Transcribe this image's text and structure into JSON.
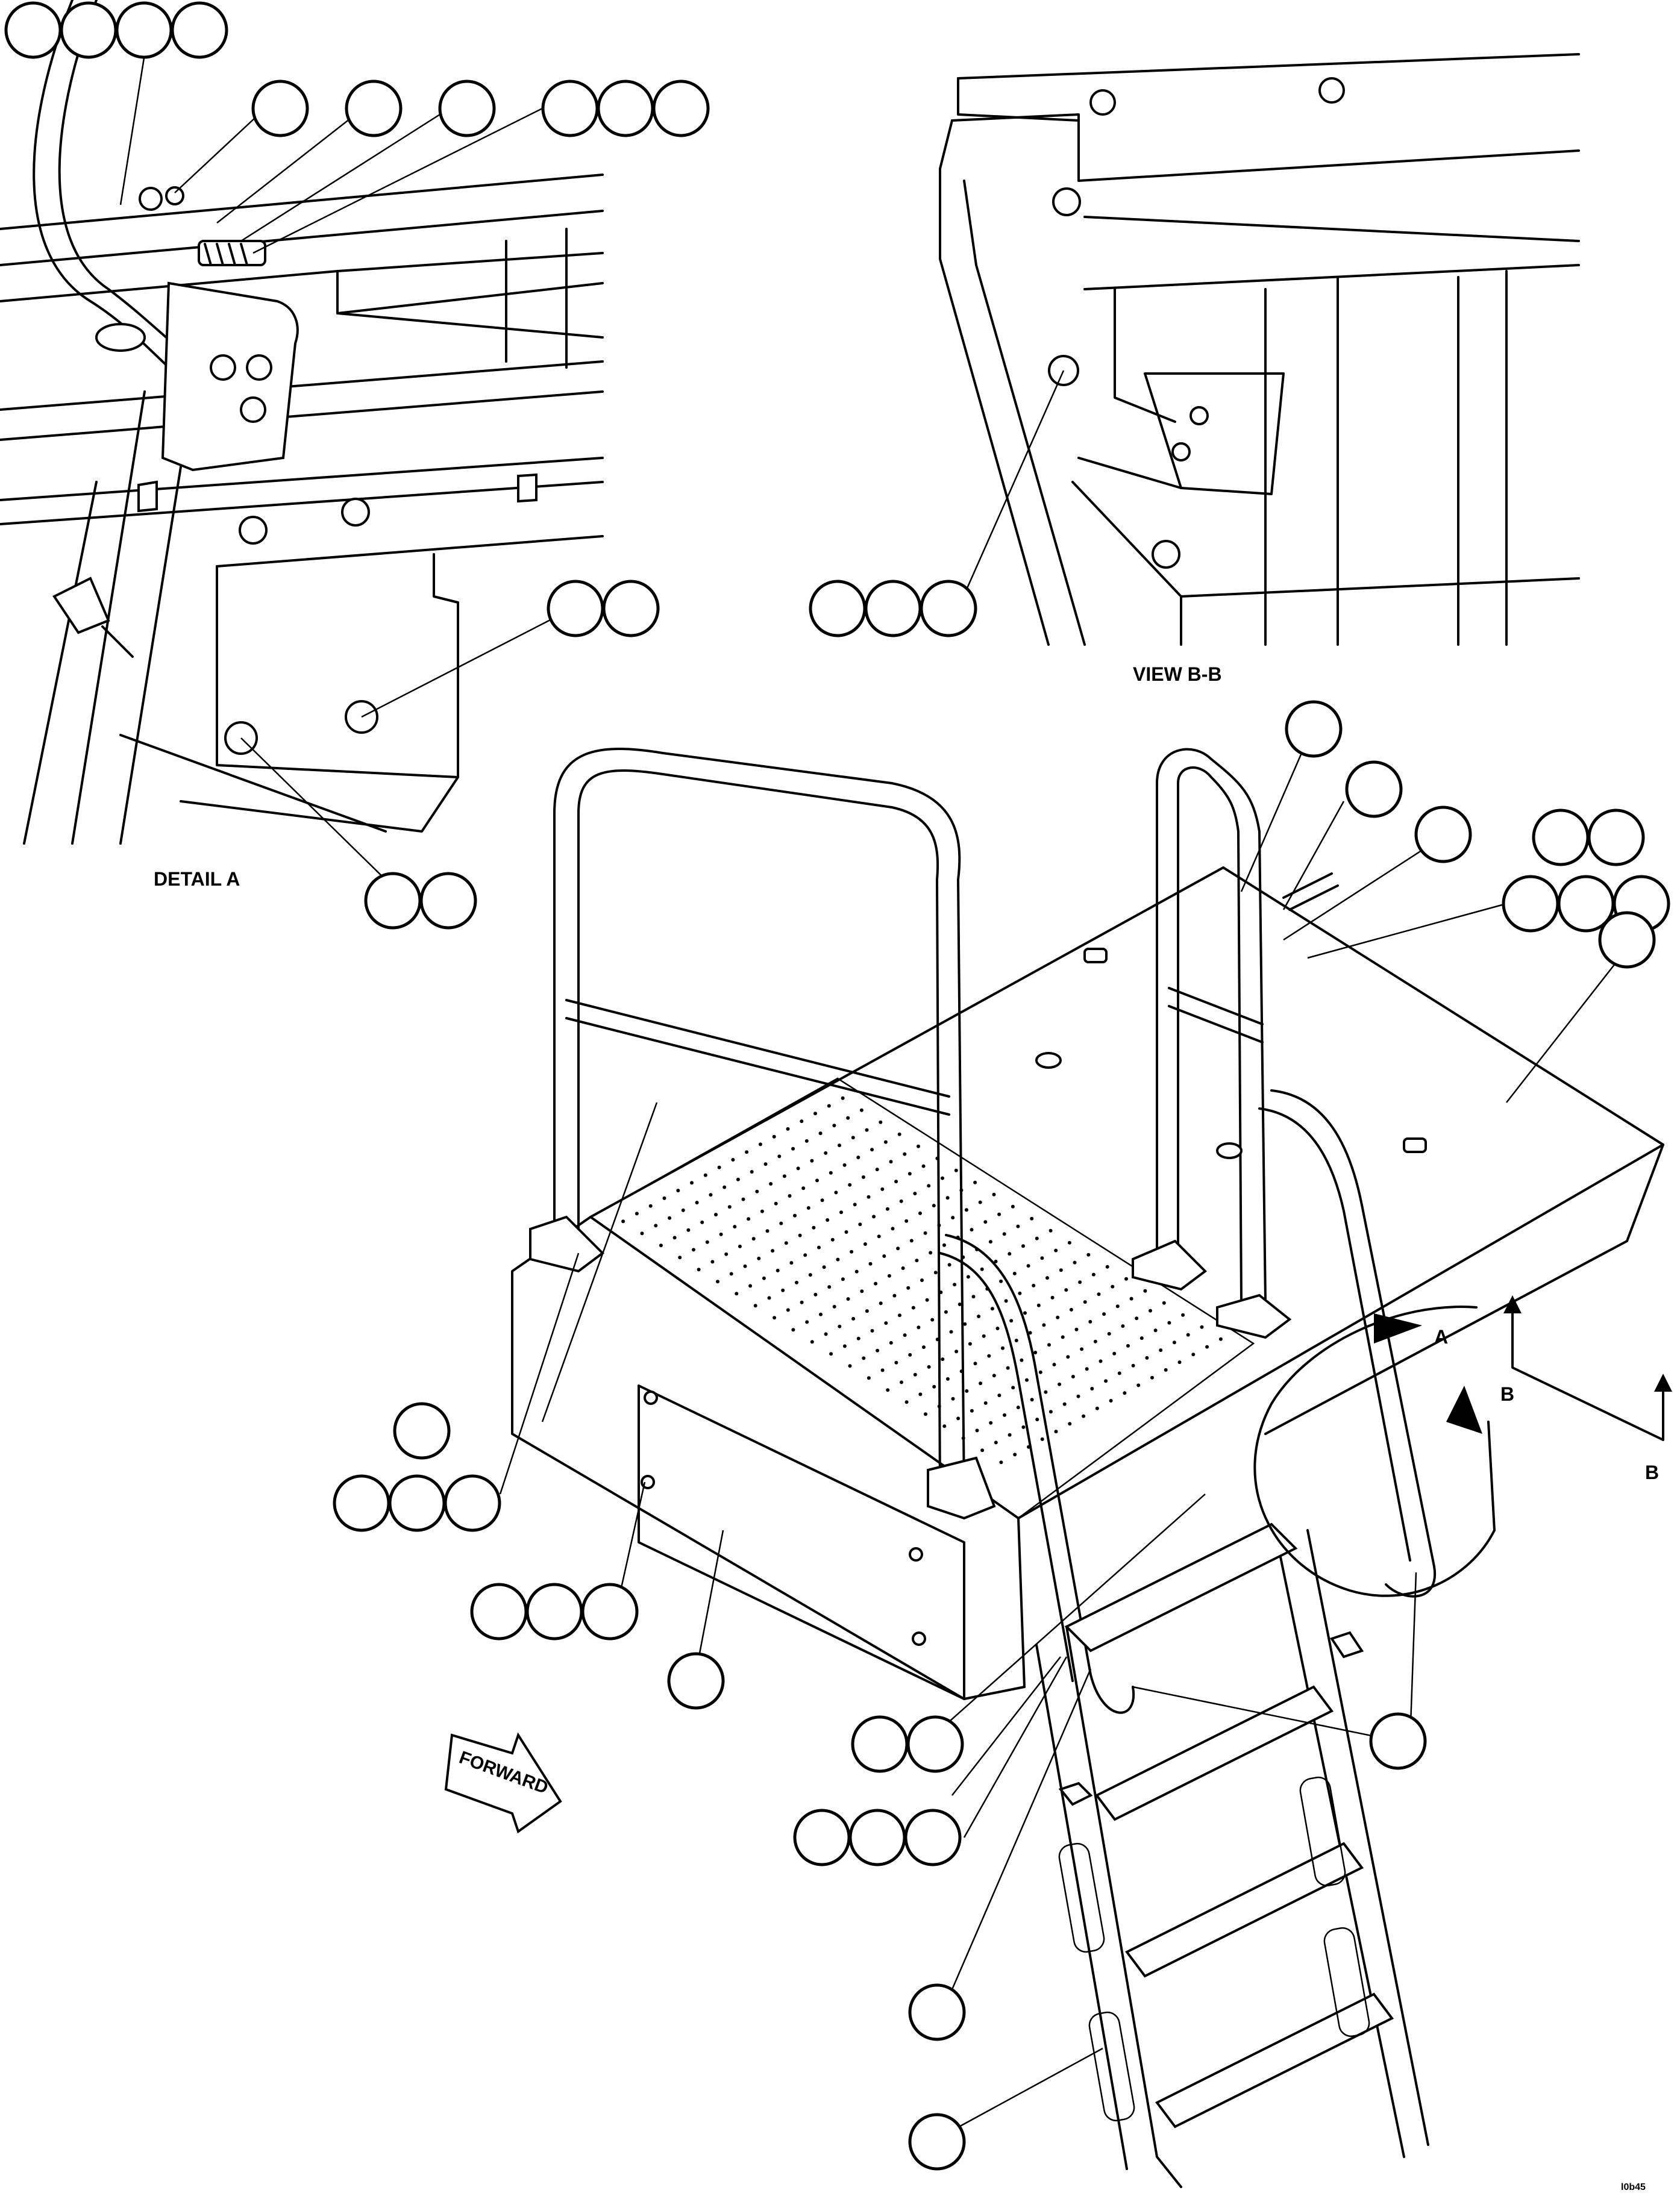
{
  "detail_a_label": "DETAIL A",
  "view_bb_label": "VIEW B-B",
  "forward_label": "FORWARD",
  "section_letter_a": "A",
  "section_letter_b1": "B",
  "section_letter_b2": "B",
  "figure_code": "l0b45"
}
